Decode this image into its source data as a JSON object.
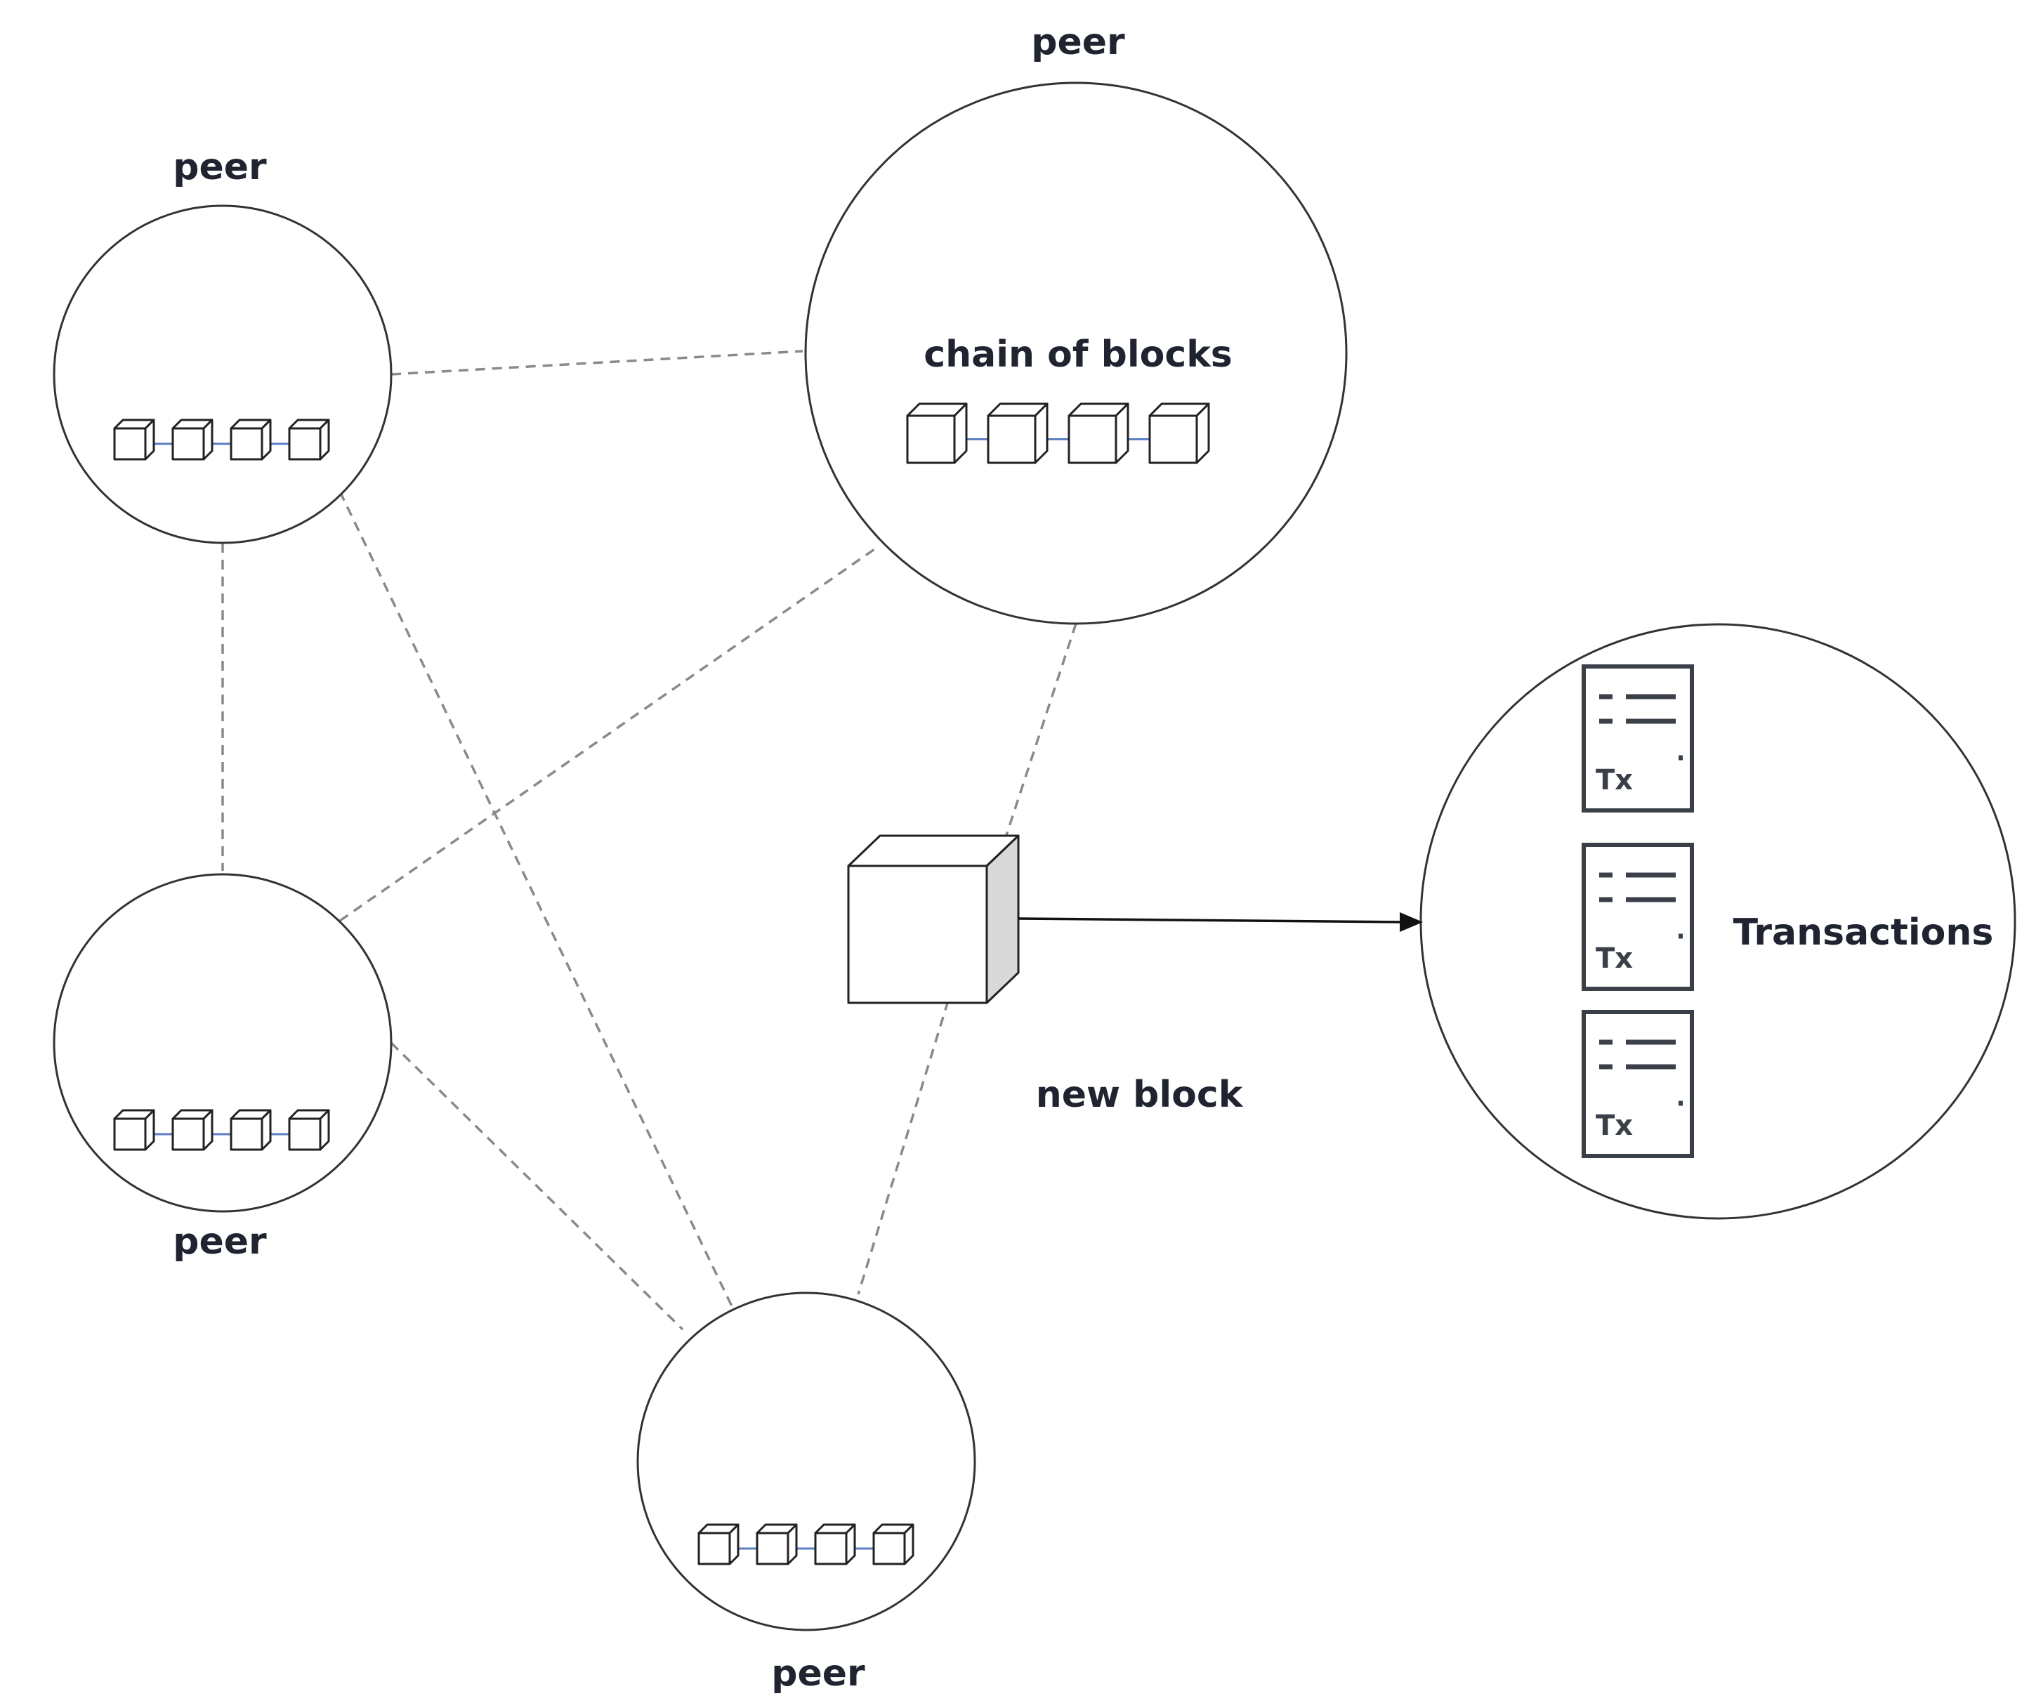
{
  "labels": {
    "peer_top_left": "peer",
    "peer_top_right": "peer",
    "chain_of_blocks": "chain of blocks",
    "peer_mid_left": "peer",
    "peer_bottom": "peer",
    "new_block": "new block",
    "transactions": "Transactions"
  },
  "transactions": {
    "items": [
      {
        "label": "Tx"
      },
      {
        "label": "Tx"
      },
      {
        "label": "Tx"
      }
    ]
  },
  "peers": [
    {
      "id": "top-left",
      "chain_length": 4
    },
    {
      "id": "top-right",
      "chain_length": 4
    },
    {
      "id": "mid-left",
      "chain_length": 4
    },
    {
      "id": "bottom",
      "chain_length": 4
    }
  ]
}
